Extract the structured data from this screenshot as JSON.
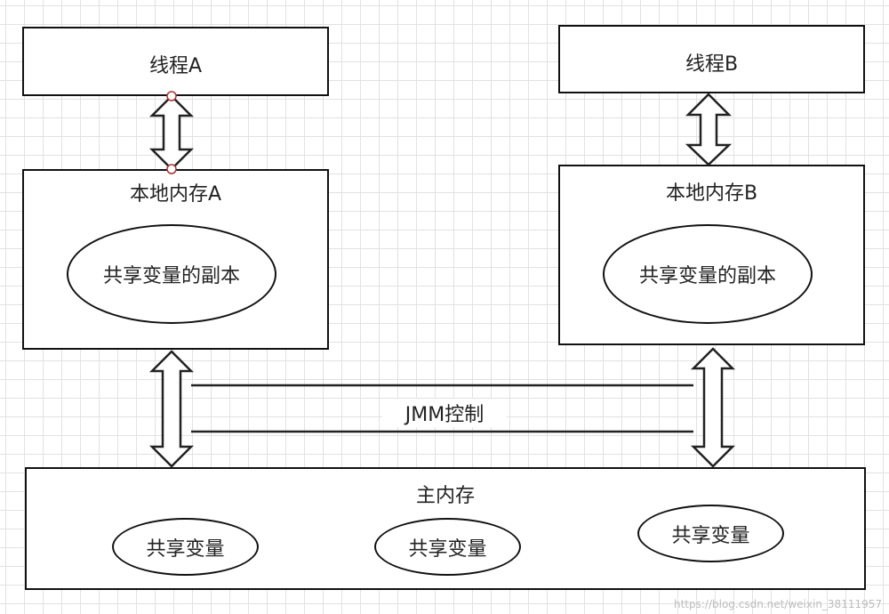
{
  "thread_a": {
    "label": "线程A"
  },
  "thread_b": {
    "label": "线程B"
  },
  "local_memory_a": {
    "label": "本地内存A",
    "copy_label": "共享变量的副本"
  },
  "local_memory_b": {
    "label": "本地内存B",
    "copy_label": "共享变量的副本"
  },
  "jmm": {
    "label": "JMM控制"
  },
  "main_memory": {
    "label": "主内存",
    "variables": [
      "共享变量",
      "共享变量",
      "共享变量"
    ]
  },
  "watermark": "https://blog.csdn.net/weixin_38111957"
}
